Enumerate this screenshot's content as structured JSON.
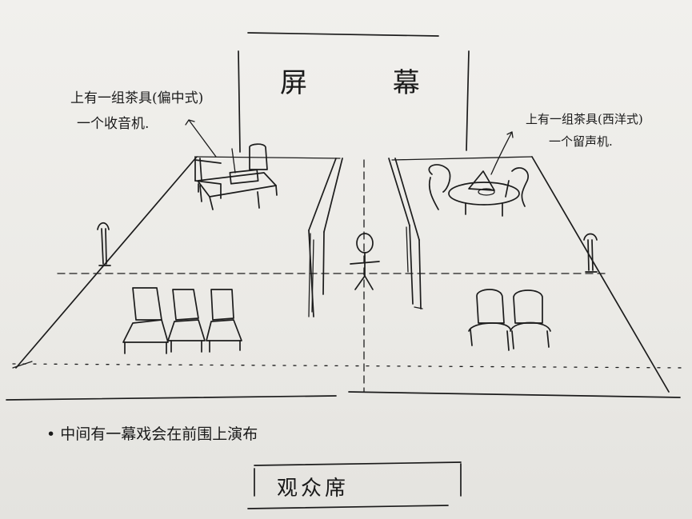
{
  "screen": {
    "label": "屏 幕"
  },
  "left_area": {
    "note_line1": "上有一组茶具(偏中式)",
    "note_line2": "一个收音机."
  },
  "right_area": {
    "note_line1": "上有一组茶具(西洋式)",
    "note_line2": "一个留声机."
  },
  "notes": {
    "bottom": "• 中间有一幕戏会在前围上演布"
  },
  "audience": {
    "label": "观众席"
  },
  "icons": [
    "chair-icon",
    "table-icon",
    "radio-icon",
    "teapot-icon",
    "stanchion-icon",
    "person-icon"
  ],
  "colors": {
    "paper": "#eeede9",
    "ink": "#1c1c1c"
  }
}
